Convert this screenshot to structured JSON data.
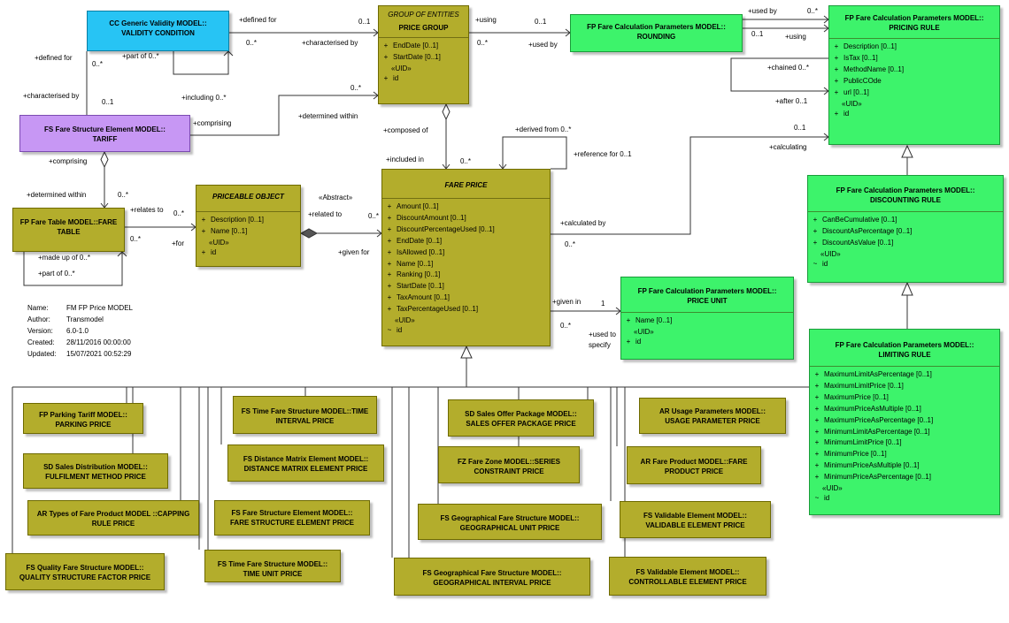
{
  "classes": {
    "validity_condition": {
      "line1": "CC Generic Validity MODEL::",
      "line2": "VALIDITY CONDITION"
    },
    "price_group": {
      "stereotype": "GROUP OF ENTITIES",
      "name": "PRICE GROUP",
      "attrs": [
        [
          "+",
          "EndDate [0..1]"
        ],
        [
          "+",
          "StartDate [0..1]"
        ]
      ],
      "uid": "«UID»",
      "id": [
        "+",
        "id"
      ]
    },
    "rounding": {
      "line1": "FP Fare Calculation Parameters MODEL::",
      "line2": "ROUNDING"
    },
    "pricing_rule": {
      "line1": "FP Fare Calculation Parameters MODEL::",
      "line2": "PRICING RULE",
      "attrs": [
        [
          "+",
          "Description [0..1]"
        ],
        [
          "+",
          "IsTax [0..1]"
        ],
        [
          "+",
          "MethodName [0..1]"
        ],
        [
          "+",
          "PublicCOde"
        ],
        [
          "+",
          "url [0..1]"
        ]
      ],
      "uid": "«UID»",
      "id": [
        "+",
        "id"
      ]
    },
    "tariff": {
      "line1": "FS Fare Structure Element MODEL::",
      "line2": "TARIFF"
    },
    "fare_table": {
      "line1": "FP Fare Table MODEL::FARE",
      "line2": "TABLE"
    },
    "priceable_object": {
      "name": "PRICEABLE OBJECT",
      "attrs": [
        [
          "+",
          "Description [0..1]"
        ],
        [
          "+",
          "Name [0..1]"
        ]
      ],
      "uid": "«UID»",
      "id": [
        "+",
        "id"
      ]
    },
    "fare_price": {
      "name": "FARE PRICE",
      "attrs": [
        [
          "+",
          "Amount [0..1]"
        ],
        [
          "+",
          "DiscountAmount [0..1]"
        ],
        [
          "+",
          "DiscountPercentageUsed [0..1]"
        ],
        [
          "+",
          "EndDate [0..1]"
        ],
        [
          "+",
          "IsAllowed [0..1]"
        ],
        [
          "+",
          "Name [0..1]"
        ],
        [
          "+",
          "Ranking [0..1]"
        ],
        [
          "+",
          "StartDate [0..1]"
        ],
        [
          "+",
          "TaxAmount [0..1]"
        ],
        [
          "+",
          "TaxPercentageUsed [0..1]"
        ]
      ],
      "uid": "«UID»",
      "id": [
        "~",
        "id"
      ]
    },
    "discounting_rule": {
      "line1": "FP Fare Calculation Parameters MODEL::",
      "line2": "DISCOUNTING RULE",
      "attrs": [
        [
          "+",
          "CanBeCumulative [0..1]"
        ],
        [
          "+",
          "DiscountAsPercentage [0..1]"
        ],
        [
          "+",
          "DiscountAsValue [0..1]"
        ]
      ],
      "uid": "«UID»",
      "id": [
        "~",
        "id"
      ]
    },
    "price_unit": {
      "line1": "FP Fare Calculation Parameters MODEL::",
      "line2": "PRICE UNIT",
      "attrs": [
        [
          "+",
          "Name [0..1]"
        ]
      ],
      "uid": "«UID»",
      "id": [
        "+",
        "id"
      ]
    },
    "limiting_rule": {
      "line1": "FP Fare Calculation Parameters MODEL::",
      "line2": "LIMITING RULE",
      "attrs": [
        [
          "+",
          "MaximumLimitAsPercentage [0..1]"
        ],
        [
          "+",
          "MaximumLimitPrice [0..1]"
        ],
        [
          "+",
          "MaximumPrice [0..1]"
        ],
        [
          "+",
          "MaximumPriceAsMultiple [0..1]"
        ],
        [
          "+",
          "MaximumPriceAsPercentage [0..1]"
        ],
        [
          "+",
          "MinimumLimitAsPercentage [0..1]"
        ],
        [
          "+",
          "MinimumLimitPrice [0..1]"
        ],
        [
          "+",
          "MinimumPrice [0..1]"
        ],
        [
          "+",
          "MinimumPriceAsMultiple [0..1]"
        ],
        [
          "+",
          "MinimumPriceAsPercentage [0..1]"
        ]
      ],
      "uid": "«UID»",
      "id": [
        "~",
        "id"
      ]
    },
    "parking_price": {
      "line1": "FP Parking Tariff MODEL::",
      "line2": "PARKING PRICE"
    },
    "fulfilment_price": {
      "line1": "SD Sales Distribution MODEL::",
      "line2": "FULFILMENT METHOD PRICE"
    },
    "capping_price": {
      "line1": "AR Types of Fare Product MODEL ::CAPPING",
      "line2": "RULE PRICE"
    },
    "quality_price": {
      "line1": "FS Quality Fare Structure MODEL::",
      "line2": "QUALITY STRUCTURE FACTOR PRICE"
    },
    "time_interval_price": {
      "line1": "FS Time Fare Structure MODEL::TIME",
      "line2": "INTERVAL PRICE"
    },
    "distance_price": {
      "line1": "FS Distance Matrix Element MODEL::",
      "line2": "DISTANCE MATRIX ELEMENT PRICE"
    },
    "fse_price": {
      "line1": "FS Fare Structure Element MODEL::",
      "line2": "FARE STRUCTURE ELEMENT PRICE"
    },
    "time_unit_price": {
      "line1": "FS Time Fare Structure MODEL::",
      "line2": "TIME UNIT PRICE"
    },
    "sales_offer_price": {
      "line1": "SD Sales Offer Package MODEL::",
      "line2": "SALES OFFER PACKAGE PRICE"
    },
    "series_price": {
      "line1": "FZ Fare Zone MODEL::SERIES",
      "line2": "CONSTRAINT PRICE"
    },
    "geo_unit_price": {
      "line1": "FS Geographical Fare Structure MODEL::",
      "line2": "GEOGRAPHICAL UNIT PRICE"
    },
    "geo_interval_price": {
      "line1": "FS Geographical Fare Structure MODEL::",
      "line2": "GEOGRAPHICAL INTERVAL PRICE"
    },
    "usage_price": {
      "line1": "AR Usage Parameters MODEL::",
      "line2": "USAGE PARAMETER PRICE"
    },
    "fare_product_price": {
      "line1": "AR Fare Product MODEL::FARE",
      "line2": "PRODUCT PRICE"
    },
    "validable_price": {
      "line1": "FS Validable Element MODEL::",
      "line2": "VALIDABLE ELEMENT PRICE"
    },
    "controllable_price": {
      "line1": "FS Validable Element MODEL::",
      "line2": "CONTROLLABLE ELEMENT PRICE"
    }
  },
  "labels": {
    "defined_for_1": "+defined for",
    "m_01_a": "0..1",
    "m_star_a": "0..*",
    "characterised_by_1": "+characterised by",
    "using": "+using",
    "m_01_b": "0..1",
    "m_star_b": "0..*",
    "used_by_1": "+used by",
    "used_by_2": "+used by",
    "m_star_c": "0..*",
    "m_01_c": "0..1",
    "using_2": "+using",
    "defined_for_2": "+defined for",
    "m_star_d": "0..*",
    "part_of_1": "+part of 0..*",
    "including": "+including 0..*",
    "characterised_by_2": "+characterised by",
    "m_01_d": "0..1",
    "m_star_e": "0..*",
    "comprising_1": "+comprising",
    "determined_within_1": "+determined within",
    "composed_of": "+composed of",
    "derived_from": "+derived from 0..*",
    "reference_for": "+reference for 0..1",
    "included_in": "+included in",
    "m_star_f": "0..*",
    "chained": "+chained 0..*",
    "after": "+after 0..1",
    "m_01_e": "0..1",
    "calculating": "+calculating",
    "comprising_2": "+comprising",
    "determined_within_2": "+determined within",
    "m_star_g": "0..*",
    "relates_to": "+relates to",
    "m_star_h": "0..*",
    "abstract": "«Abstract»",
    "related_to": "+related to",
    "m_star_i": "0..*",
    "m_star_j": "0..*",
    "for": "+for",
    "given_for": "+given for",
    "calculated_by": "+calculated by",
    "m_star_k": "0..*",
    "made_up_of": "+made up of 0..*",
    "part_of_2": "+part of 0..*",
    "given_in": "+given in",
    "m_1": "1",
    "m_star_l": "0..*",
    "used_to": "+used to",
    "specify": "specify"
  },
  "meta": [
    [
      "Name:",
      "FM FP Price MODEL"
    ],
    [
      "Author:",
      "Transmodel"
    ],
    [
      "Version:",
      "6.0-1.0"
    ],
    [
      "Created:",
      "28/11/2016 00:00:00"
    ],
    [
      "Updated:",
      "15/07/2021 00:52:29"
    ]
  ]
}
